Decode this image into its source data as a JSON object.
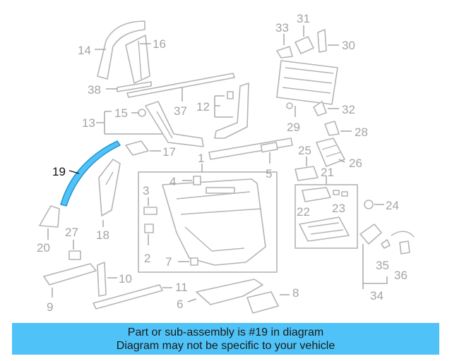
{
  "highlight_color": "#4fc3f7",
  "part_color": "#b4b4b4",
  "callouts": [
    "1",
    "2",
    "3",
    "4",
    "5",
    "6",
    "7",
    "8",
    "9",
    "10",
    "11",
    "12",
    "13",
    "14",
    "15",
    "16",
    "17",
    "18",
    "19",
    "20",
    "21",
    "22",
    "23",
    "24",
    "25",
    "26",
    "27",
    "28",
    "29",
    "30",
    "31",
    "32",
    "33",
    "34",
    "35",
    "36",
    "37",
    "38"
  ],
  "highlighted_part": "19",
  "banner": {
    "line1": "Part or sub-assembly is #19 in diagram",
    "line2": "Diagram may not be specific to your vehicle"
  }
}
